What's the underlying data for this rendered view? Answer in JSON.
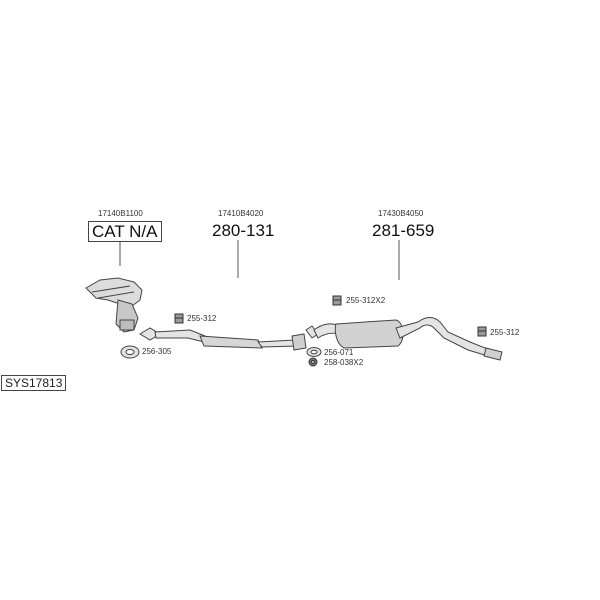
{
  "system_code": "SYS17813",
  "groups": [
    {
      "oe_number": "17140B1100",
      "part_number": "CAT N/A",
      "boxed": true
    },
    {
      "oe_number": "17410B4020",
      "part_number": "280-131",
      "boxed": false
    },
    {
      "oe_number": "17430B4050",
      "part_number": "281-659",
      "boxed": false
    }
  ],
  "fittings": [
    {
      "code": "255-312",
      "icon": "clamp-icon"
    },
    {
      "code": "256-305",
      "icon": "gasket-ring-icon"
    },
    {
      "code": "255-312X2",
      "icon": "clamp-icon"
    },
    {
      "code": "256-071",
      "icon": "gasket-ring-icon"
    },
    {
      "code": "258-038X2",
      "icon": "rubber-mount-icon"
    },
    {
      "code": "255-312",
      "icon": "clamp-icon"
    }
  ]
}
